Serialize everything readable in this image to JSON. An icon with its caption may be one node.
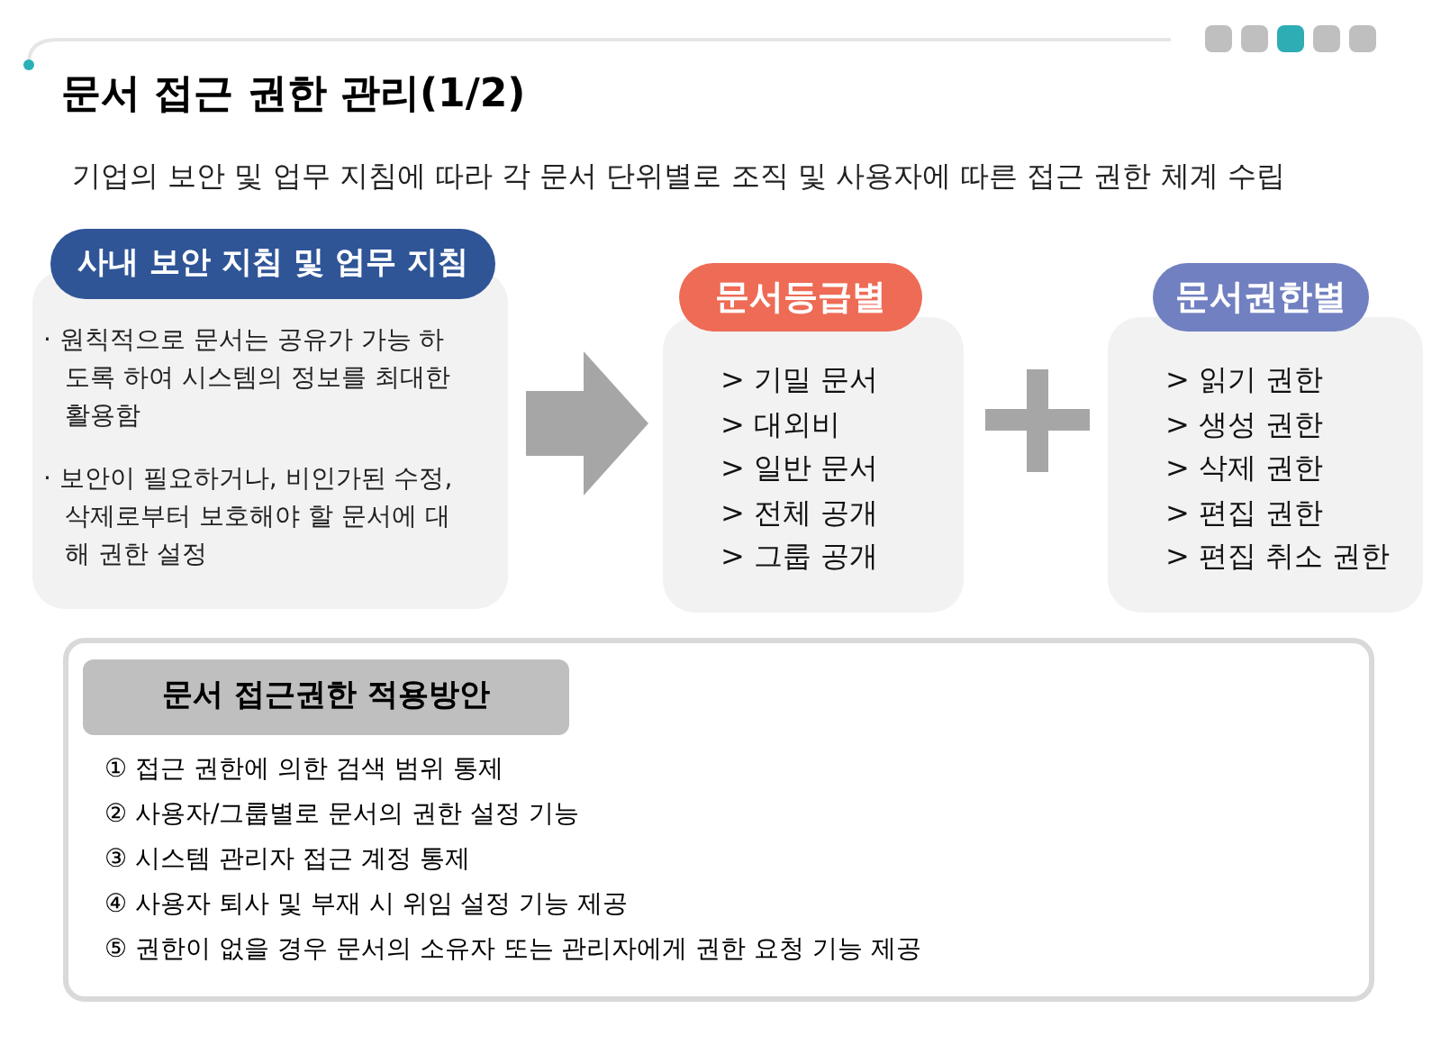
{
  "diagram": {
    "title": "문서 접근 권한 관리(1/2)",
    "nodes": [
      {
        "text": [
          "· 원칙적으로 문서는 공유가 가능 하도록 하여 시스템의 정보를 최대한 활용함",
          "· 보안이 필요하거나, 비인가된 수정, 삭제로부터 보호해야 할 문서에 대해 권한 설정"
        ]
      },
      {
        "text": [
          "사내 보안 지침 및 업무 지침"
        ]
      },
      {
        "text": [
          "> 기밀 문서",
          "> 대외비",
          "> 일반 문서",
          "> 전체 공개",
          "> 그룹 공개"
        ]
      },
      {
        "text": [
          "문서등급별"
        ]
      },
      {
        "text": [
          "> 읽기 권한",
          "> 생성 권한",
          "> 삭제 권한",
          "> 편집 권한",
          "> 편집 취소 권한"
        ]
      },
      {
        "text": [
          "문서권한별"
        ]
      },
      {
        "text": [
          "문서 접근권한 적용방안",
          "① 접근 권한에 의한 검색 범위 통제",
          "② 사용자/그룹별로 문서의 권한 설정 기능",
          "③ 시스템 관리자 접근 계정 통제",
          "④ 사용자 퇴사 및 부재 시 위임 설정 기능 제공",
          "⑤ 권한이 없을 경우 문서의 소유자 또는 관리자에게 권한 요청 기능 제공"
        ]
      }
    ],
    "edges": [
      {
        "from": 0,
        "to": 2,
        "arrow": "to"
      }
    ],
    "labels": [
      "기업의 보안 및 업무 지침에 따라 각 문서 단위별로 조직 및 사용자에 따른 접근 권한 체계 수립"
    ]
  }
}
